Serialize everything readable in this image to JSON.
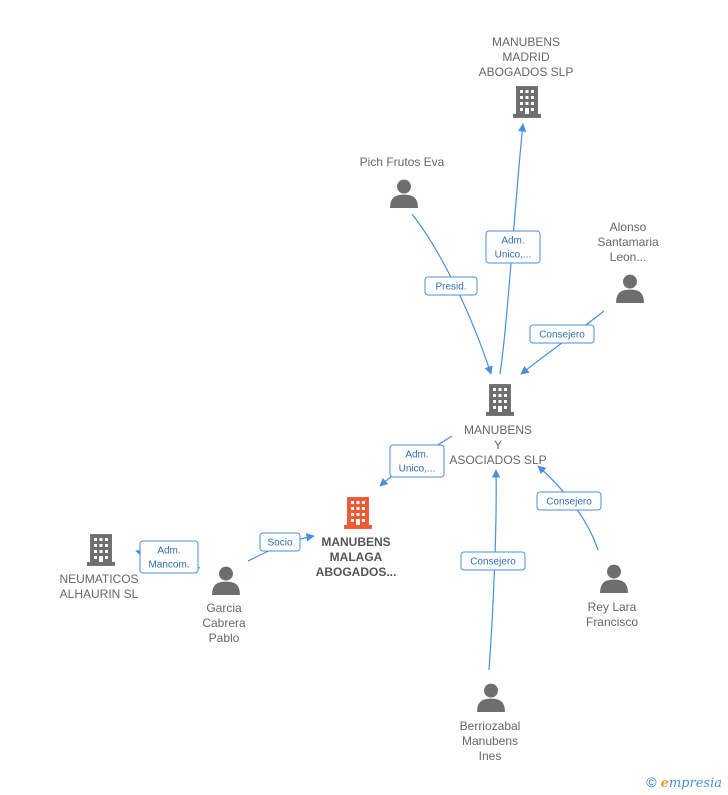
{
  "colors": {
    "company": "#6e6e6e",
    "main_company": "#f05a32",
    "person": "#6e6e6e",
    "edge": "#4a8fd9"
  },
  "nodes": [
    {
      "id": "madrid",
      "type": "company",
      "label": [
        "MANUBENS",
        "MADRID",
        "ABOGADOS SLP"
      ]
    },
    {
      "id": "pich",
      "type": "person",
      "label": [
        "Pich Frutos Eva"
      ]
    },
    {
      "id": "alonso",
      "type": "person",
      "label": [
        "Alonso",
        "Santamaria",
        "Leon..."
      ]
    },
    {
      "id": "asociados",
      "type": "company",
      "label": [
        "MANUBENS",
        "Y",
        "ASOCIADOS SLP"
      ]
    },
    {
      "id": "malaga",
      "type": "main",
      "label": [
        "MANUBENS",
        "MALAGA",
        "ABOGADOS..."
      ]
    },
    {
      "id": "neumaticos",
      "type": "company",
      "label": [
        "NEUMATICOS",
        "ALHAURIN SL"
      ]
    },
    {
      "id": "garcia",
      "type": "person",
      "label": [
        "Garcia",
        "Cabrera",
        "Pablo"
      ]
    },
    {
      "id": "rey",
      "type": "person",
      "label": [
        "Rey Lara",
        "Francisco"
      ]
    },
    {
      "id": "berriozabal",
      "type": "person",
      "label": [
        "Berriozabal",
        "Manubens",
        "Ines"
      ]
    }
  ],
  "edges": [
    {
      "label": [
        "Adm.",
        "Unico,..."
      ]
    },
    {
      "label": [
        "Presid."
      ]
    },
    {
      "label": [
        "Consejero"
      ]
    },
    {
      "label": [
        "Adm.",
        "Unico,..."
      ]
    },
    {
      "label": [
        "Consejero"
      ]
    },
    {
      "label": [
        "Consejero"
      ]
    },
    {
      "label": [
        "Socio"
      ]
    },
    {
      "label": [
        "Adm.",
        "Mancom."
      ]
    }
  ],
  "footer": {
    "copyright": "©",
    "brand_initial": "e",
    "brand_rest": "mpresia"
  }
}
